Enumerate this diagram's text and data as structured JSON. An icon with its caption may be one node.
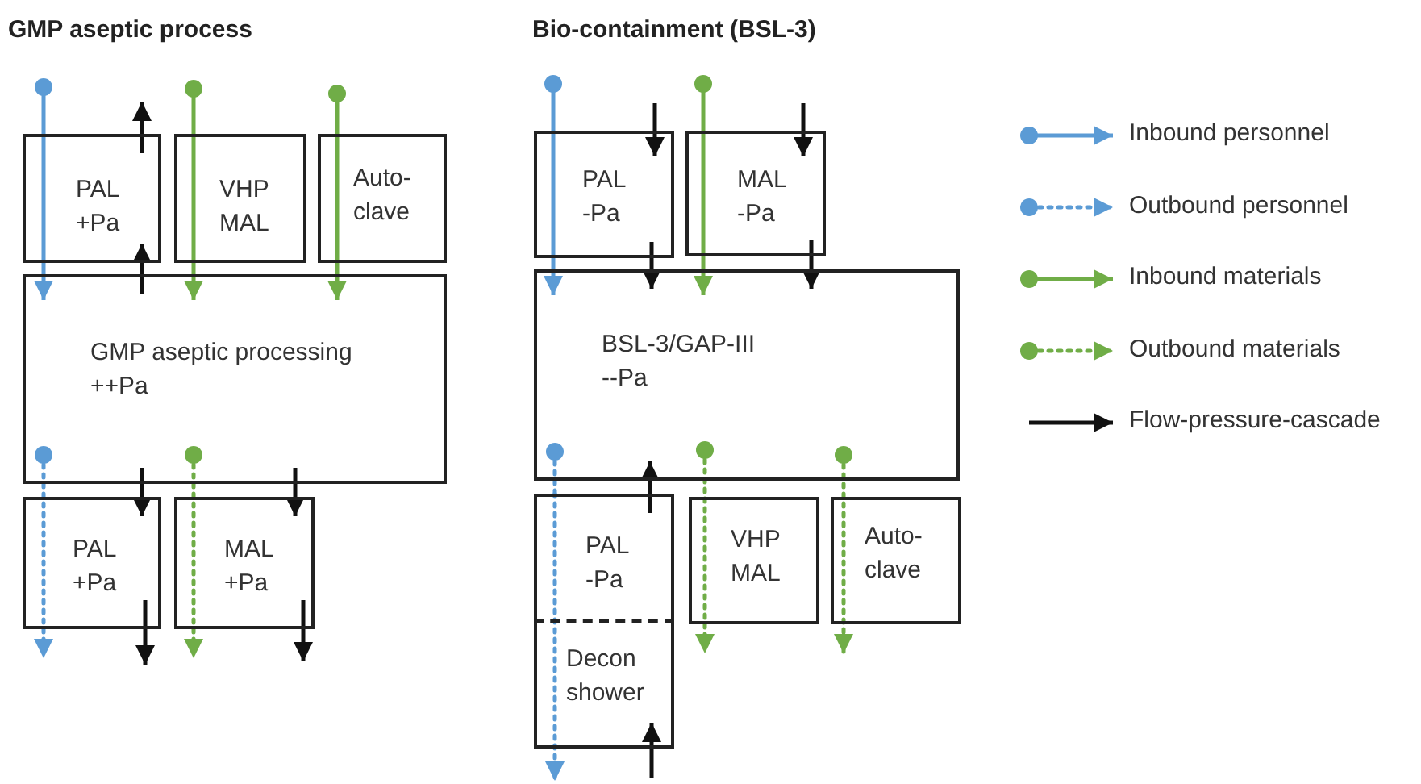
{
  "diagram": {
    "nodes": [
      {
        "text": [
          "PAL",
          "+Pa"
        ]
      },
      {
        "text": [
          "VHP",
          "MAL"
        ]
      },
      {
        "text": [
          "Auto- clave"
        ]
      },
      {
        "text": [
          "GMP aseptic processing",
          "++Pa"
        ]
      },
      {
        "text": [
          "PAL",
          "+Pa"
        ]
      },
      {
        "text": [
          "MAL",
          "+Pa"
        ]
      },
      {
        "text": [
          "PAL",
          "-Pa"
        ]
      },
      {
        "text": [
          "MAL",
          "-Pa"
        ]
      },
      {
        "text": [
          "BSL-3/GAP-III",
          "--Pa"
        ]
      },
      {
        "text": [
          "PAL",
          "-Pa"
        ]
      },
      {
        "text": [
          "Decon shower"
        ]
      },
      {
        "text": [
          "VHP",
          "MAL"
        ]
      },
      {
        "text": [
          "Auto- clave"
        ]
      }
    ],
    "edges": [
      {
        "from": 0,
        "to": 3,
        "arrow": "to",
        "color": "#5b9bd5"
      },
      {
        "from": 1,
        "to": 3,
        "arrow": "to",
        "color": "#70ad47"
      },
      {
        "from": 2,
        "to": 3,
        "arrow": "to",
        "color": "#70ad47"
      },
      {
        "from": 3,
        "to": 0,
        "arrow": "to"
      },
      {
        "from": 0,
        "to": null,
        "arrow": "to"
      },
      {
        "from": 3,
        "to": 4,
        "arrow": "to",
        "style": "dashed",
        "color": "#5b9bd5"
      },
      {
        "from": 3,
        "to": 5,
        "arrow": "to",
        "style": "dashed",
        "color": "#70ad47"
      },
      {
        "from": 3,
        "to": 4,
        "arrow": "to"
      },
      {
        "from": 4,
        "to": null,
        "arrow": "to"
      },
      {
        "from": 3,
        "to": 5,
        "arrow": "to"
      },
      {
        "from": 5,
        "to": null,
        "arrow": "to"
      },
      {
        "from": 6,
        "to": 8,
        "arrow": "to",
        "color": "#5b9bd5"
      },
      {
        "from": 7,
        "to": 8,
        "arrow": "to",
        "color": "#70ad47"
      },
      {
        "from": null,
        "to": 6,
        "arrow": "to"
      },
      {
        "from": 6,
        "to": 8,
        "arrow": "to"
      },
      {
        "from": null,
        "to": 7,
        "arrow": "to"
      },
      {
        "from": 7,
        "to": 8,
        "arrow": "to"
      },
      {
        "from": 8,
        "to": 9,
        "arrow": "other",
        "style": "dashed",
        "color": "#5b9bd5"
      },
      {
        "from": 9,
        "to": 10,
        "arrow": "to",
        "style": "dashed",
        "color": "#5b9bd5"
      },
      {
        "from": 8,
        "to": 11,
        "arrow": "to",
        "style": "dashed",
        "color": "#70ad47"
      },
      {
        "from": 8,
        "to": 12,
        "arrow": "to",
        "style": "dashed",
        "color": "#70ad47"
      },
      {
        "from": 9,
        "to": 8,
        "arrow": "to"
      },
      {
        "from": null,
        "to": 10,
        "arrow": "to"
      }
    ],
    "labels": [
      "GMP aseptic process",
      "Bio-containment (BSL-3)"
    ],
    "legend": [
      {
        "text": "Inbound personnel"
      },
      {
        "text": "Outbound personnel"
      },
      {
        "text": "Inbound materials"
      },
      {
        "text": "Outbound materials"
      },
      {
        "text": "Flow-pressure-cascade"
      }
    ]
  }
}
